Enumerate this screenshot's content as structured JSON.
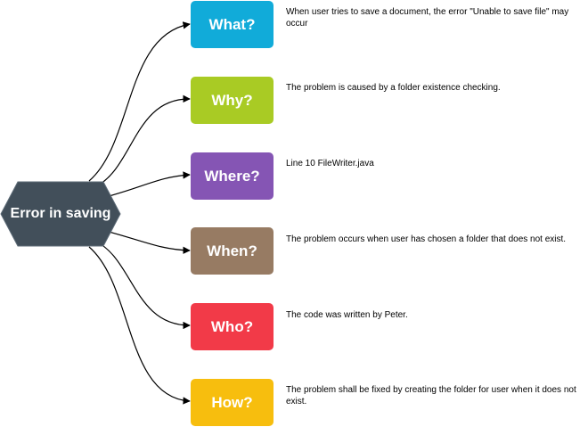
{
  "diagram": {
    "center": {
      "label": "Error in saving",
      "color": "#424F5A",
      "stroke": "#5D6B77"
    },
    "connector_color": "#000000",
    "branches": [
      {
        "id": "what",
        "label": "What?",
        "color": "#11ABD9",
        "note": "When user tries to save a document, the error \"Unable to save file\" may occur"
      },
      {
        "id": "why",
        "label": "Why?",
        "color": "#A9CB24",
        "note": "The problem is caused by a folder existence checking."
      },
      {
        "id": "where",
        "label": "Where?",
        "color": "#8555B4",
        "note": "Line 10 FileWriter.java"
      },
      {
        "id": "when",
        "label": "When?",
        "color": "#977B63",
        "note": "The problem occurs when user has chosen a folder that does not exist."
      },
      {
        "id": "who",
        "label": "Who?",
        "color": "#F23A48",
        "note": "The code was written by Peter."
      },
      {
        "id": "how",
        "label": "How?",
        "color": "#F7BE0E",
        "note": "The problem shall be fixed by creating the folder for user when it does not exist."
      }
    ]
  }
}
